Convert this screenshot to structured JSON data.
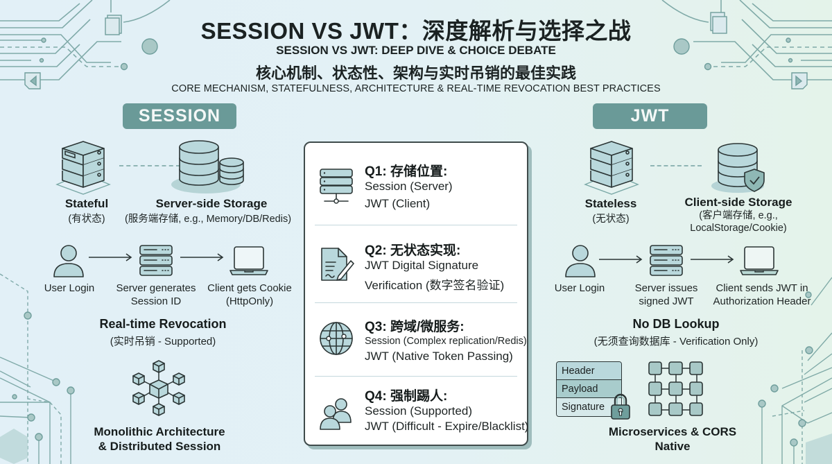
{
  "header": {
    "title": "SESSION VS JWT：深度解析与选择之战",
    "subtitle_en": "SESSION VS JWT: DEEP DIVE & CHOICE DEBATE",
    "subtitle_zh": "核心机制、状态性、架构与实时吊销的最佳实践",
    "tagline_en": "CORE MECHANISM, STATEFULNESS, ARCHITECTURE & REAL-TIME REVOCATION BEST PRACTICES"
  },
  "colors": {
    "accent": "#6a9a98",
    "icon_fill": "#b9d8dc",
    "outline": "#2b3535",
    "bg_left": "#e2f0f7",
    "bg_right": "#e4f3ea"
  },
  "session": {
    "label": "SESSION",
    "state": {
      "title": "Stateful",
      "sub": "(有状态)",
      "icon": "server-stack-icon"
    },
    "storage": {
      "title": "Server-side Storage",
      "sub": "(服务端存储, e.g., Memory/DB/Redis)",
      "icon": "database-icon"
    },
    "flow": [
      {
        "icon": "user-icon",
        "label": "User Login"
      },
      {
        "icon": "server-icon",
        "label": "Server generates\nSession ID"
      },
      {
        "icon": "laptop-icon",
        "label": "Client gets Cookie\n(HttpOnly)"
      }
    ],
    "feature": {
      "title": "Real-time Revocation",
      "sub": "(实时吊销 - Supported)"
    },
    "architecture": {
      "icon": "cube-network-icon",
      "title": "Monolithic Architecture\n& Distributed Session"
    }
  },
  "jwt": {
    "label": "JWT",
    "state": {
      "title": "Stateless",
      "sub": "(无状态)",
      "icon": "server-stack-icon"
    },
    "storage": {
      "title": "Client-side Storage",
      "sub": "(客户端存储, e.g.,\nLocalStorage/Cookie)",
      "icon": "shield-database-icon"
    },
    "flow": [
      {
        "icon": "user-icon",
        "label": "User Login"
      },
      {
        "icon": "server-icon",
        "label": "Server issues\nsigned JWT"
      },
      {
        "icon": "laptop-icon",
        "label": "Client sends JWT in\nAuthorization Header"
      }
    ],
    "feature": {
      "title": "No DB Lookup",
      "sub": "(无须查询数据库 - Verification Only)"
    },
    "token_parts": [
      "Header",
      "Payload",
      "Signature"
    ],
    "architecture": {
      "icon": "grid-network-icon",
      "title": "Microservices & CORS\nNative"
    }
  },
  "qa": [
    {
      "icon": "server-network-icon",
      "title": "Q1: 存储位置:",
      "lines": [
        "Session (Server)",
        "JWT (Client)"
      ]
    },
    {
      "icon": "document-sign-icon",
      "title": "Q2: 无状态实现:",
      "lines": [
        "JWT Digital Signature",
        "Verification (数字签名验证)"
      ]
    },
    {
      "icon": "globe-icon",
      "title": "Q3: 跨域/微服务:",
      "lines": [
        "Session (Complex replication/Redis)",
        "JWT (Native Token Passing)"
      ]
    },
    {
      "icon": "users-icon",
      "title": "Q4: 强制踢人:",
      "lines": [
        "Session (Supported)",
        "JWT (Difficult - Expire/Blacklist)"
      ]
    }
  ]
}
